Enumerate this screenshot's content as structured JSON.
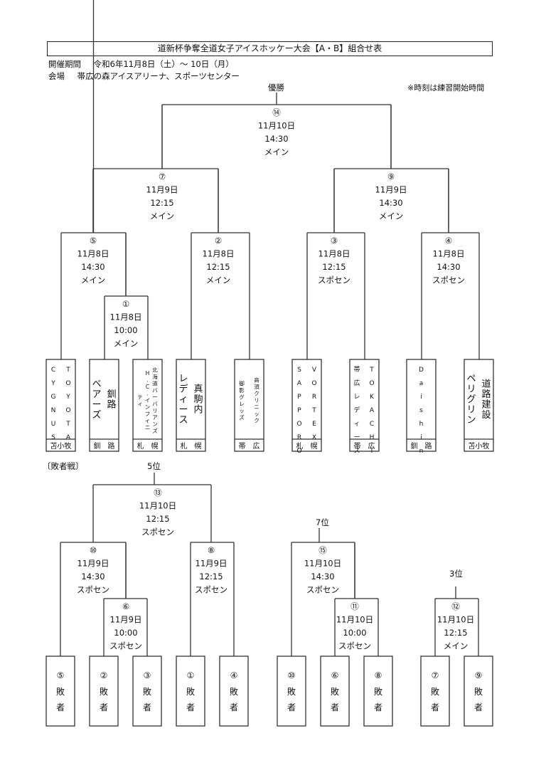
{
  "header": {
    "title": "道新杯争奪全道女子アイスホッケー大会【A・B】組合せ表",
    "period_label": "開催期間",
    "period_value": "令和6年11月8日（土）～ 10日（月）",
    "venue_label": "会場",
    "venue_value": "帯広の森アイスアリーナ、スポーツセンター",
    "note": "※時刻は練習開始時間"
  },
  "main_bracket": {
    "winner_label": "優勝",
    "teams": [
      {
        "columns": [
          "TOYOTA",
          "CYGNUS"
        ],
        "latin": true,
        "city": "苫小牧"
      },
      {
        "columns": [
          "釧路",
          "ベアーズ"
        ],
        "latin": false,
        "city": "釧　路"
      },
      {
        "columns": [
          "北海道バーバリアンズ",
          "H.C.インフィニ",
          "ティ"
        ],
        "latin": false,
        "small": true,
        "city": "札　幌"
      },
      {
        "columns": [
          "真駒内",
          "レディース"
        ],
        "latin": false,
        "city": "札　幌"
      },
      {
        "columns": [
          "高須クリニック",
          "御影グレッズ"
        ],
        "latin": false,
        "small": true,
        "city": "帯　広"
      },
      {
        "columns": [
          "VORTEX",
          "SAPPORO"
        ],
        "latin": true,
        "city": "札　幌"
      },
      {
        "columns": [
          "TOKACHI",
          "帯広レディース"
        ],
        "latin": true,
        "city": "帯　広"
      },
      {
        "columns": [
          "Daishin"
        ],
        "latin": true,
        "city": "釧　路"
      },
      {
        "columns": [
          "道路建設",
          "ペリグリン"
        ],
        "latin": false,
        "city": "苫小牧"
      }
    ],
    "matches": {
      "m1": {
        "no": "①",
        "date": "11月8日",
        "time": "10:00",
        "venue": "メイン"
      },
      "m2": {
        "no": "②",
        "date": "11月8日",
        "time": "12:15",
        "venue": "メイン"
      },
      "m3": {
        "no": "③",
        "date": "11月8日",
        "time": "12:15",
        "venue": "スポセン"
      },
      "m4": {
        "no": "④",
        "date": "11月8日",
        "time": "14:30",
        "venue": "スポセン"
      },
      "m5": {
        "no": "⑤",
        "date": "11月8日",
        "time": "14:30",
        "venue": "メイン"
      },
      "m7": {
        "no": "⑦",
        "date": "11月9日",
        "time": "12:15",
        "venue": "メイン"
      },
      "m9": {
        "no": "⑨",
        "date": "11月9日",
        "time": "14:30",
        "venue": "メイン"
      },
      "m14": {
        "no": "⑭",
        "date": "11月10日",
        "time": "14:30",
        "venue": "メイン"
      }
    }
  },
  "losers_bracket": {
    "label": "〔敗者戦〕",
    "place5_label": "5位",
    "place7_label": "7位",
    "place3_label": "3位",
    "slots": [
      {
        "no": "⑤",
        "line1": "敗",
        "line2": "者"
      },
      {
        "no": "②",
        "line1": "敗",
        "line2": "者"
      },
      {
        "no": "③",
        "line1": "敗",
        "line2": "者"
      },
      {
        "no": "①",
        "line1": "敗",
        "line2": "者"
      },
      {
        "no": "④",
        "line1": "敗",
        "line2": "者"
      },
      {
        "no": "⑩",
        "line1": "敗",
        "line2": "者"
      },
      {
        "no": "⑥",
        "line1": "敗",
        "line2": "者"
      },
      {
        "no": "⑧",
        "line1": "敗",
        "line2": "者"
      },
      {
        "no": "⑦",
        "line1": "敗",
        "line2": "者"
      },
      {
        "no": "⑨",
        "line1": "敗",
        "line2": "者"
      }
    ],
    "matches": {
      "m6": {
        "no": "⑥",
        "date": "11月9日",
        "time": "10:00",
        "venue": "スポセン"
      },
      "m8": {
        "no": "⑧",
        "date": "11月9日",
        "time": "12:15",
        "venue": "スポセン"
      },
      "m10": {
        "no": "⑩",
        "date": "11月9日",
        "time": "14:30",
        "venue": "スポセン"
      },
      "m11": {
        "no": "⑪",
        "date": "11月10日",
        "time": "10:00",
        "venue": "スポセン"
      },
      "m12": {
        "no": "⑫",
        "date": "11月10日",
        "time": "12:15",
        "venue": "メイン"
      },
      "m13": {
        "no": "⑬",
        "date": "11月10日",
        "time": "12:15",
        "venue": "スポセン"
      },
      "m15": {
        "no": "⑮",
        "date": "11月10日",
        "time": "14:30",
        "venue": "スポセン"
      }
    }
  }
}
